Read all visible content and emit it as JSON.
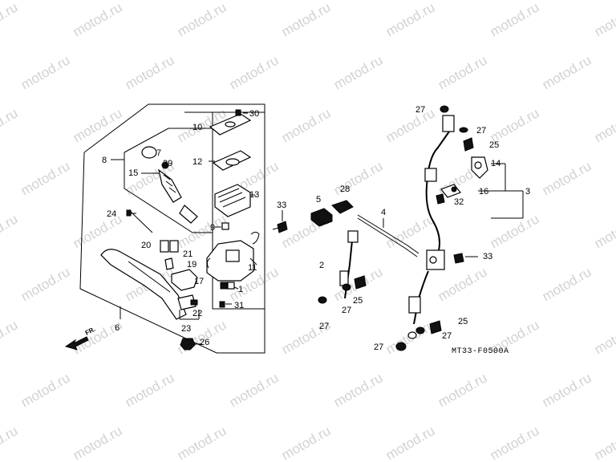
{
  "watermark": "motod.ru",
  "diagram_code": "MT33-F0500A",
  "direction_label": "FR.",
  "labels": {
    "l1": "1",
    "l2": "2",
    "l3": "3",
    "l4": "4",
    "l5": "5",
    "l6": "6",
    "l7": "7",
    "l8": "8",
    "l9": "9",
    "l10": "10",
    "l11": "11",
    "l12": "12",
    "l13": "13",
    "l14": "14",
    "l15": "15",
    "l16": "16",
    "l17": "17",
    "l19": "19",
    "l20": "20",
    "l21": "21",
    "l22": "22",
    "l23": "23",
    "l24": "24",
    "l25": "25",
    "l26": "26",
    "l27": "27",
    "l28": "28",
    "l29": "29",
    "l30": "30",
    "l31": "31",
    "l32": "32",
    "l33": "33"
  }
}
